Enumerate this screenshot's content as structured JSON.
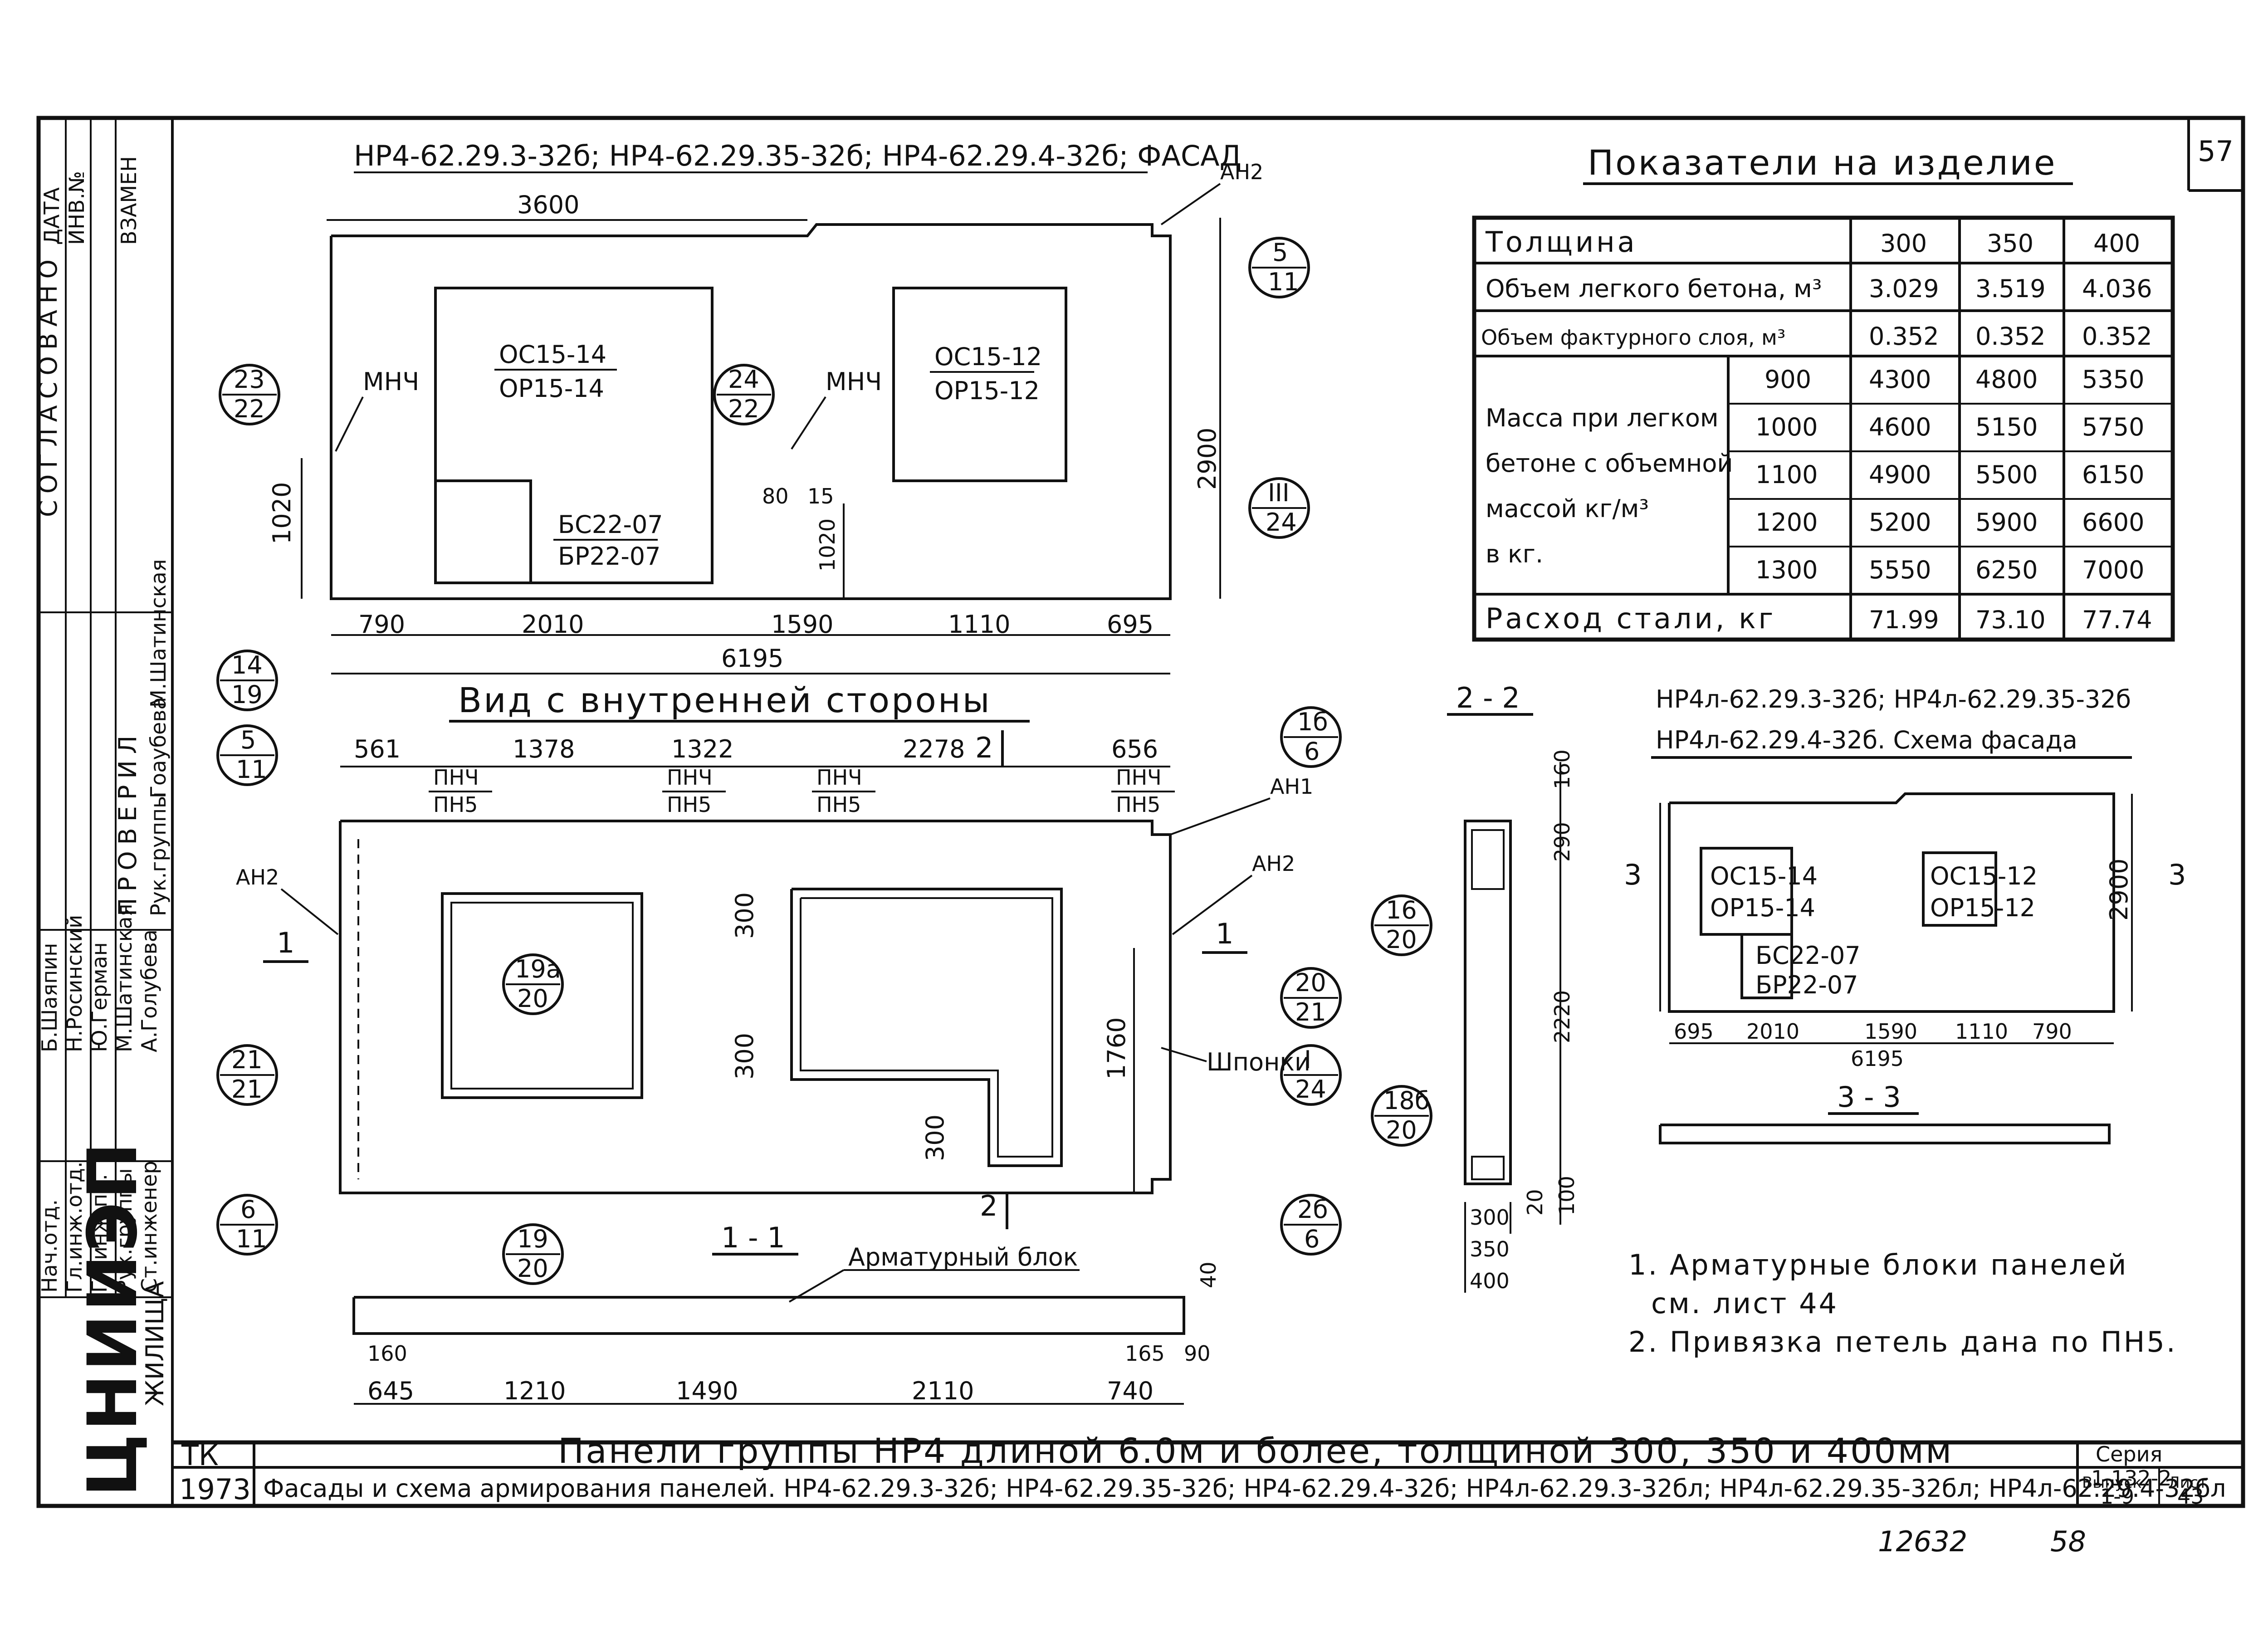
{
  "sheet_number": "57",
  "bottom_numbers": {
    "archive": "12632",
    "page": "58"
  },
  "left_stamp": {
    "header": [
      "ДАТА",
      "ИНВ.№",
      "ВЗАМЕН"
    ],
    "agreed": "СОГЛАСОВАНО",
    "checked": "ПРОВЕРИЛ",
    "checked_role": "Рук.группы",
    "checked_names": [
      "Гоаубева",
      "М.Шатинская"
    ],
    "roles": [
      "Нач.отд.",
      "Гл.инж.отд.",
      "Гл.инж.пр.",
      "Рук.группы",
      "Ст.инженер"
    ],
    "names": [
      "Б.Шаяпин",
      "Н.Росинский",
      "Ю.Герман",
      "М.Шатинская",
      "А.Голубева"
    ],
    "org": "ЦНИИЭП",
    "org_sub": "ЖИЛИЩА"
  },
  "facade": {
    "title": "НР4-62.29.3-32б; НР4-62.29.35-32б; НР4-62.29.4-32б; ФАСАД",
    "total_top": "3600",
    "an_label": "АН2",
    "height": "2900",
    "window1": [
      "ОС15-14",
      "ОР15-14"
    ],
    "window2": [
      "ОС15-12",
      "ОР15-12"
    ],
    "door": [
      "БС22-07",
      "БР22-07"
    ],
    "mnch1": "МНЧ",
    "mnch2": "МНЧ",
    "dim_1020a": "1020",
    "dim_1020b": "1020",
    "dim_80": "80",
    "dim_15": "15",
    "bottom_dims": [
      "790",
      "2010",
      "1590",
      "1110",
      "695"
    ],
    "total_bottom": "6195",
    "callouts": [
      [
        "23",
        "22"
      ],
      [
        "24",
        "22"
      ],
      [
        "5",
        "11"
      ],
      [
        "III",
        "24"
      ]
    ]
  },
  "inner_view": {
    "title": "Вид с внутренней стороны",
    "top_dims": [
      "561",
      "1378",
      "1322",
      "2278",
      "656"
    ],
    "section_mark": "2",
    "loops": [
      [
        "ПНЧ",
        "ПН5"
      ],
      [
        "ПНЧ",
        "ПН5"
      ],
      [
        "ПНЧ",
        "ПН5"
      ],
      [
        "ПНЧ",
        "ПН5"
      ]
    ],
    "labels": {
      "an1": "АН1",
      "an2_left": "АН2",
      "an2_right": "АН2",
      "keys": "Шпонки",
      "section1": "1"
    },
    "side_dims": [
      "300",
      "300",
      "300",
      "1760"
    ],
    "callouts": [
      [
        "14",
        "19"
      ],
      [
        "5",
        "11"
      ],
      [
        "1б",
        "6"
      ],
      [
        "19а",
        "20"
      ],
      [
        "21",
        "21"
      ],
      [
        "20",
        "21"
      ],
      [
        "I",
        "24"
      ],
      [
        "6",
        "11"
      ],
      [
        "2б",
        "6"
      ],
      [
        "16",
        "20"
      ],
      [
        "18б",
        "20"
      ]
    ]
  },
  "section_11": {
    "title": "1 - 1",
    "block_label": "Арматурный блок",
    "callout": [
      "19",
      "20"
    ],
    "dim_40": "40",
    "bottom_dims": [
      "645",
      "1210",
      "1490",
      "2110",
      "740"
    ],
    "extra_dims": [
      "160",
      "165",
      "90"
    ]
  },
  "section_22": {
    "title": "2 - 2",
    "dims": [
      "160",
      "290",
      "2220",
      "20",
      "100"
    ],
    "thickness": [
      "300",
      "350",
      "400"
    ]
  },
  "properties": {
    "title": "Показатели на изделие",
    "header": [
      "Толщина",
      "300",
      "350",
      "400"
    ],
    "rows": [
      [
        "Объем легкого бетона, м³",
        "3.029",
        "3.519",
        "4.036"
      ],
      [
        "Объем фактурного слоя, м³",
        "0.352",
        "0.352",
        "0.352"
      ]
    ],
    "mass_label": [
      "Масса при легком",
      "бетоне с объемной",
      "массой кг/м³",
      "в кг."
    ],
    "mass_rows": [
      [
        "900",
        "4300",
        "4800",
        "5350"
      ],
      [
        "1000",
        "4600",
        "5150",
        "5750"
      ],
      [
        "1100",
        "4900",
        "5500",
        "6150"
      ],
      [
        "1200",
        "5200",
        "5900",
        "6600"
      ],
      [
        "1300",
        "5550",
        "6250",
        "7000"
      ]
    ],
    "steel": [
      "Расход стали, кг",
      "71.99",
      "73.10",
      "77.74"
    ]
  },
  "scheme": {
    "title1": "НР4л-62.29.3-32б; НР4л-62.29.35-32б",
    "title2": "НР4л-62.29.4-32б. Схема фасада",
    "window1": [
      "ОС15-14",
      "ОР15-14"
    ],
    "window2": [
      "ОС15-12",
      "ОР15-12"
    ],
    "door": [
      "БС22-07",
      "БР22-07"
    ],
    "height": "2900",
    "section3": "3",
    "bottom_dims": [
      "695",
      "2010",
      "1590",
      "1110",
      "790"
    ],
    "total": "6195",
    "section_title": "3 - 3"
  },
  "notes": [
    "1. Арматурные блоки панелей",
    "см. лист 44",
    "2. Привязка петель дана по ПН5."
  ],
  "title_block": {
    "tk": "ТК",
    "year": "1973",
    "title": "Панели группы НР4 длиной 6.0м и более, толщиной 300, 350 и 400мм",
    "subtitle": "Фасады и схема армирования панелей. НР4-62.29.3-32б; НР4-62.29.35-32б; НР4-62.29.4-32б; НР4л-62.29.3-32бл; НР4л-62.29.35-32бл; НР4л-62.29.4-32бл",
    "series_label": "Серия",
    "series": "1.132-2",
    "issue_label": "Выпуск",
    "issue": "1-9",
    "sheet_label": "Лист",
    "sheet": "43"
  }
}
